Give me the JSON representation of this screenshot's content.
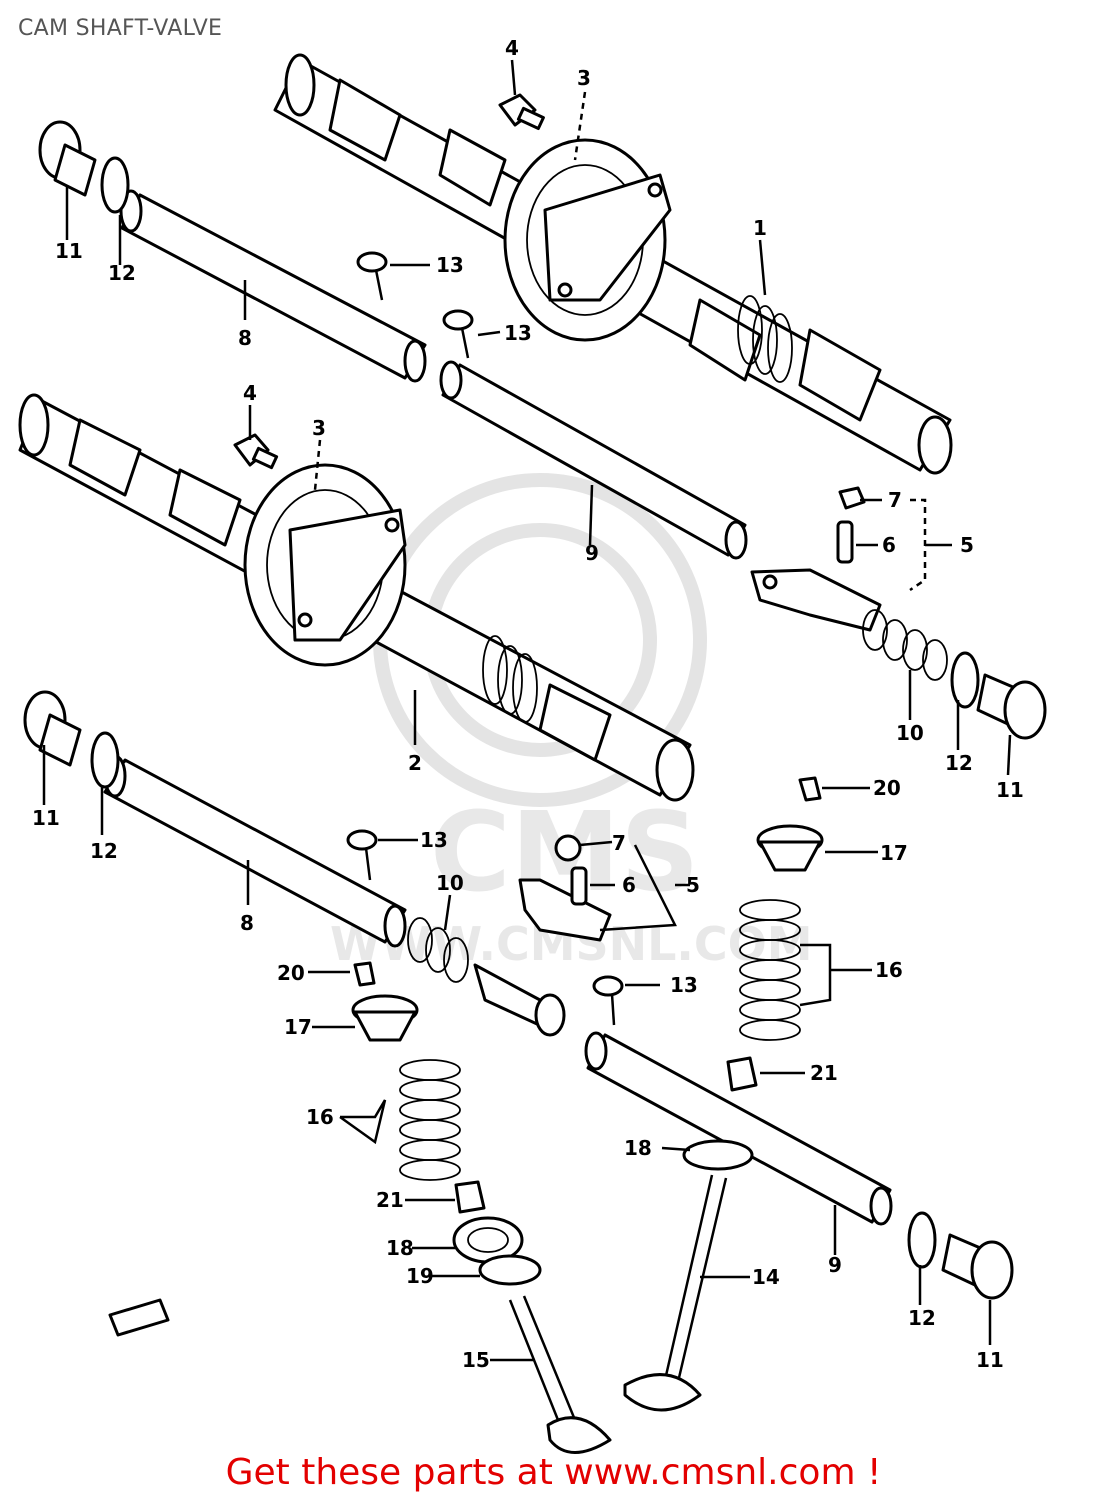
{
  "header": {
    "title": "CAM SHAFT-VALVE"
  },
  "watermark": {
    "brand": "CMS",
    "url": "WWW.CMSNL.COM"
  },
  "callouts": {
    "c1": "1",
    "c2": "2",
    "c3a": "3",
    "c3b": "3",
    "c4a": "4",
    "c4b": "4",
    "c5a": "5",
    "c5b": "5",
    "c6a": "6",
    "c6b": "6",
    "c7a": "7",
    "c7b": "7",
    "c8a": "8",
    "c8b": "8",
    "c9a": "9",
    "c9b": "9",
    "c10a": "10",
    "c10b": "10",
    "c11a": "11",
    "c11b": "11",
    "c11c": "11",
    "c11d": "11",
    "c12a": "12",
    "c12b": "12",
    "c12c": "12",
    "c12d": "12",
    "c13a": "13",
    "c13b": "13",
    "c13c": "13",
    "c13d": "13",
    "c14": "14",
    "c15": "15",
    "c16a": "16",
    "c16b": "16",
    "c17a": "17",
    "c17b": "17",
    "c18a": "18",
    "c18b": "18",
    "c19": "19",
    "c20a": "20",
    "c20b": "20",
    "c21a": "21",
    "c21b": "21"
  },
  "footer": {
    "link_text": "Get these parts at www.cmsnl.com !"
  },
  "colors": {
    "footer_link": "#e30000",
    "title": "#555555",
    "watermark": "#e4e4e4"
  }
}
